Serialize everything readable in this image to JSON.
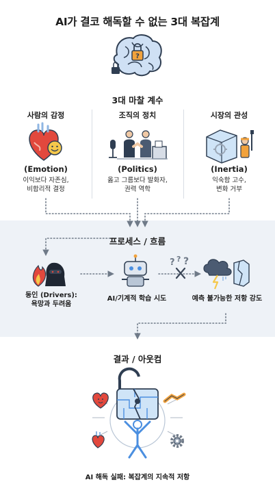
{
  "title": "AI가 결코 해독할 수 없는 3대 복잡계",
  "friction": {
    "label": "3대 마찰 계수",
    "columns": [
      {
        "title": "사람의 감정",
        "en": "(Emotion)",
        "desc1": "이익보다 자존심,",
        "desc2": "비합리적 결정",
        "icon": "heart-face-icon"
      },
      {
        "title": "조직의 정치",
        "en": "(Politics)",
        "desc1": "옳고 그름보다 발화자,",
        "desc2": "권력 역학",
        "icon": "handshake-icon"
      },
      {
        "title": "시장의 관성",
        "en": "(Inertia)",
        "desc1": "익숙함 고수,",
        "desc2": "변화 거부",
        "icon": "ice-block-icon"
      }
    ]
  },
  "process": {
    "label": "프로세스 / 흐름",
    "drivers": "동인 (Drivers):",
    "drivers_sub": "욕망과 두려움",
    "learning": "AI/기계적 학습 시도",
    "resistance": "예측 불가능한 저항 강도"
  },
  "outcome": {
    "label": "결과 / 아웃컴",
    "caption": "AI 해독 실패: 복잡계의 지속적 저항"
  },
  "colors": {
    "accent": "#f2a23c",
    "navy": "#2f3e52",
    "band": "#eef2f7",
    "red": "#e2483d",
    "blue": "#8fb6e3"
  }
}
